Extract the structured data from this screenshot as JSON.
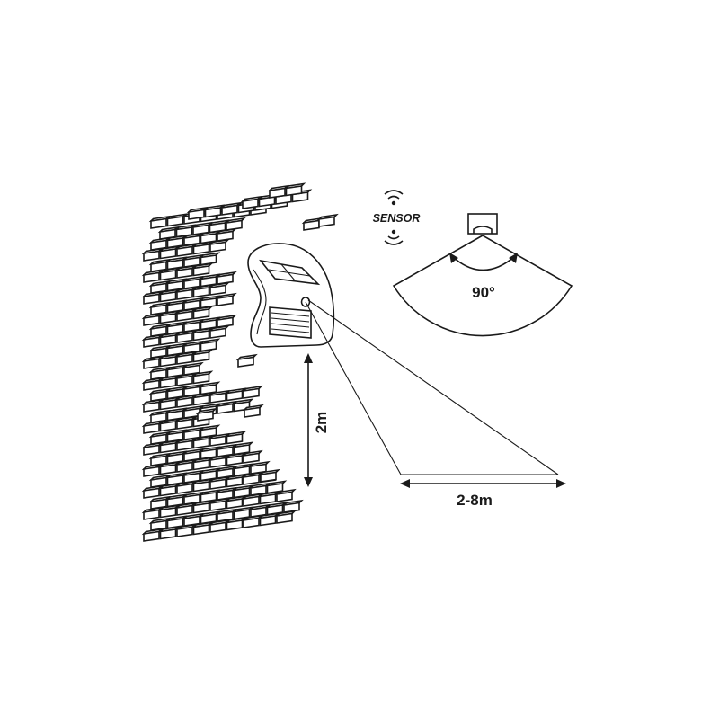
{
  "labels": {
    "sensor": "SENSOR",
    "angle": "90°",
    "height": "2m",
    "range": "2-8m"
  },
  "colors": {
    "ink": "#1a1a1a",
    "background": "#ffffff"
  },
  "icons": [
    "brick-wall",
    "solar-wall-light",
    "motion-sensor-waves-icon",
    "pir-sensor-top-view"
  ]
}
